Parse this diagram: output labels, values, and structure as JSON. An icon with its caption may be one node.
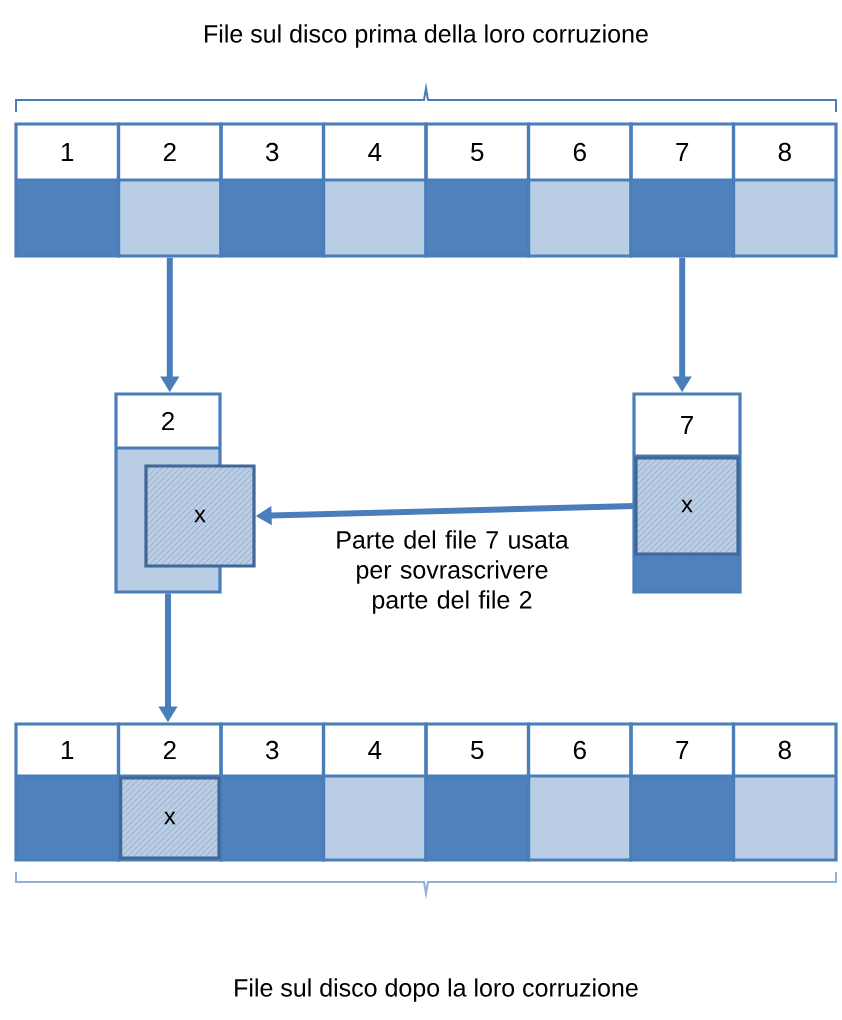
{
  "diagram": {
    "title": "File sul disco prima della loro corruzione",
    "caption": "File sul disco dopo la loro corruzione",
    "nodes": [
      {
        "text": [
          "1"
        ]
      },
      {
        "text": [
          "2"
        ]
      },
      {
        "text": [
          "3"
        ]
      },
      {
        "text": [
          "4"
        ]
      },
      {
        "text": [
          "5"
        ]
      },
      {
        "text": [
          "6"
        ]
      },
      {
        "text": [
          "7"
        ]
      },
      {
        "text": [
          "8"
        ]
      },
      {
        "text": [
          "2"
        ]
      },
      {
        "text": [
          "7"
        ]
      },
      {
        "text": [
          "x"
        ]
      },
      {
        "text": [
          "x"
        ],
        "in": 9
      },
      {
        "text": [
          "1"
        ]
      },
      {
        "text": [
          "2"
        ]
      },
      {
        "text": [
          "3"
        ]
      },
      {
        "text": [
          "4"
        ]
      },
      {
        "text": [
          "5"
        ]
      },
      {
        "text": [
          "6"
        ]
      },
      {
        "text": [
          "7"
        ]
      },
      {
        "text": [
          "8"
        ]
      },
      {
        "text": [
          "x"
        ],
        "in": 13
      }
    ],
    "edges": [
      {
        "from": 1,
        "to": 8,
        "arrow": "to"
      },
      {
        "from": 6,
        "to": 9,
        "arrow": "to"
      },
      {
        "from": 11,
        "to": 10,
        "arrow": "to"
      },
      {
        "from": 8,
        "to": 13,
        "arrow": "to"
      }
    ],
    "labels": [
      "Parte del file 7 usata per sovrascrivere parte del file 2"
    ]
  }
}
